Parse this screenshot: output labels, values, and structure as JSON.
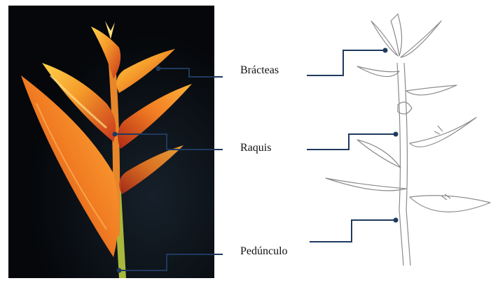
{
  "labels": {
    "bracteas": "Brácteas",
    "raquis": "Raquis",
    "pedunculo": "Pedúnculo"
  },
  "colors": {
    "leader_line": "#1f3a5f",
    "photo_background": "#07090d",
    "bract_orange": "#f08a1e",
    "bract_yellow": "#ffd24a",
    "bract_red": "#c8361c",
    "stem_green": "#9fb23a",
    "sketch_stroke": "#8a8a8a"
  },
  "icons": {
    "photo": "heliconia-flower-photo",
    "sketch": "heliconia-line-drawing"
  }
}
